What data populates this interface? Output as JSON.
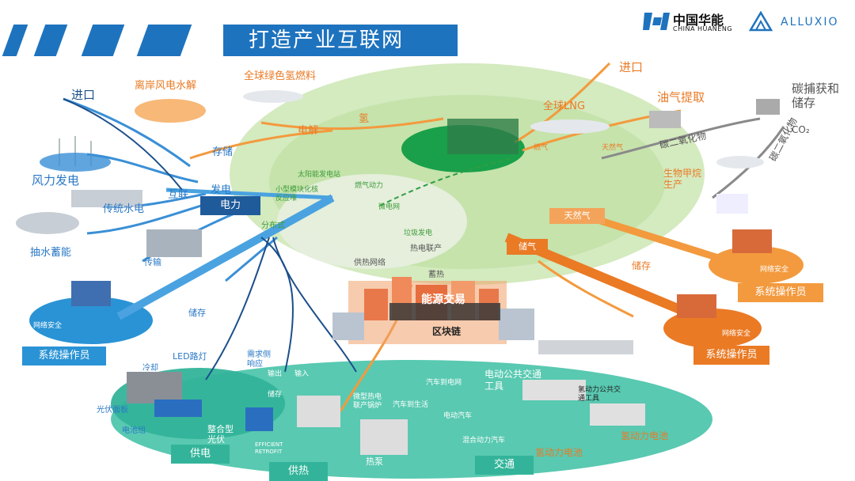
{
  "header": {
    "title": "打造产业互联网"
  },
  "logos": {
    "huaneng_cn": "中国华能",
    "huaneng_en": "CHINA HUANENG",
    "alluxio": "ALLUXIO"
  },
  "colors": {
    "title_bar": "#1e73be",
    "blue": "#2a78c5",
    "orange": "#ea7a24",
    "green_zone": "#b9dea0",
    "teal_zone": "#33b49a"
  },
  "left": {
    "import": "进口",
    "offshore": "离岸风电水解",
    "wind": "风力发电",
    "hydro": "传统水电",
    "pumped": "抽水蓄能",
    "transmission": "传输",
    "storage_small": "储存",
    "interconnect": "互联",
    "power_gen": "发电",
    "storage_top": "存储",
    "power_box": "电力",
    "operator_box": "系统操作员",
    "cyber": "网络安全"
  },
  "center": {
    "hydrogen_fuel": "全球绿色氢燃料",
    "electrolysis": "电解",
    "hydrogen": "氢",
    "solar_plant": "太阳能发电站",
    "small_modular": "小型模块化核反应堆",
    "gas_power": "燃气动力",
    "microgrid": "微电网",
    "waste_power": "垃圾发电",
    "distributed": "分布式",
    "chp": "热电联产",
    "heat_network": "供热网络",
    "heat_storage": "蓄热",
    "energy_trading": "能源交易",
    "blockchain": "区块链"
  },
  "right": {
    "import": "进口",
    "lng": "全球LNG",
    "oil_gas": "油气提取",
    "carbon_capture": "碳捕获和储存",
    "co2": "CO₂",
    "co2_text": "碳二氧化物",
    "co2_text2": "碳二氧化物",
    "biomethane": "生物甲烷生产",
    "natural_gas_box": "天然气",
    "gas_box": "储气",
    "storage": "储存",
    "operator_box": "系统操作员",
    "operator_box2": "系统操作员",
    "cyber": "网络安全",
    "cyber2": "网络安全",
    "flare": "燃气",
    "ng_small": "天然气"
  },
  "bottom": {
    "led": "LED路灯",
    "cooling": "冷却",
    "demand": "需求侧响应",
    "pv": "光伏面板",
    "battery": "电池组",
    "integrated": "整合型光伏",
    "out": "输出",
    "in": "输入",
    "store": "储存",
    "micro_chp": "微型热电联产锅炉",
    "efficient": "EFFICIENT RETROFIT",
    "heat_pump": "热泵",
    "v2g": "汽车到电网",
    "ev": "电动汽车",
    "v2h": "汽车到生活",
    "hybrid": "混合动力汽车",
    "e_bus": "电动公共交通工具",
    "h2_bus": "氢动力公共交通工具",
    "h2_battery": "氢动力电池",
    "h2_battery2": "氢动力电池",
    "supply_power_box": "供电",
    "supply_heat_box": "供热",
    "transport_box": "交通"
  }
}
